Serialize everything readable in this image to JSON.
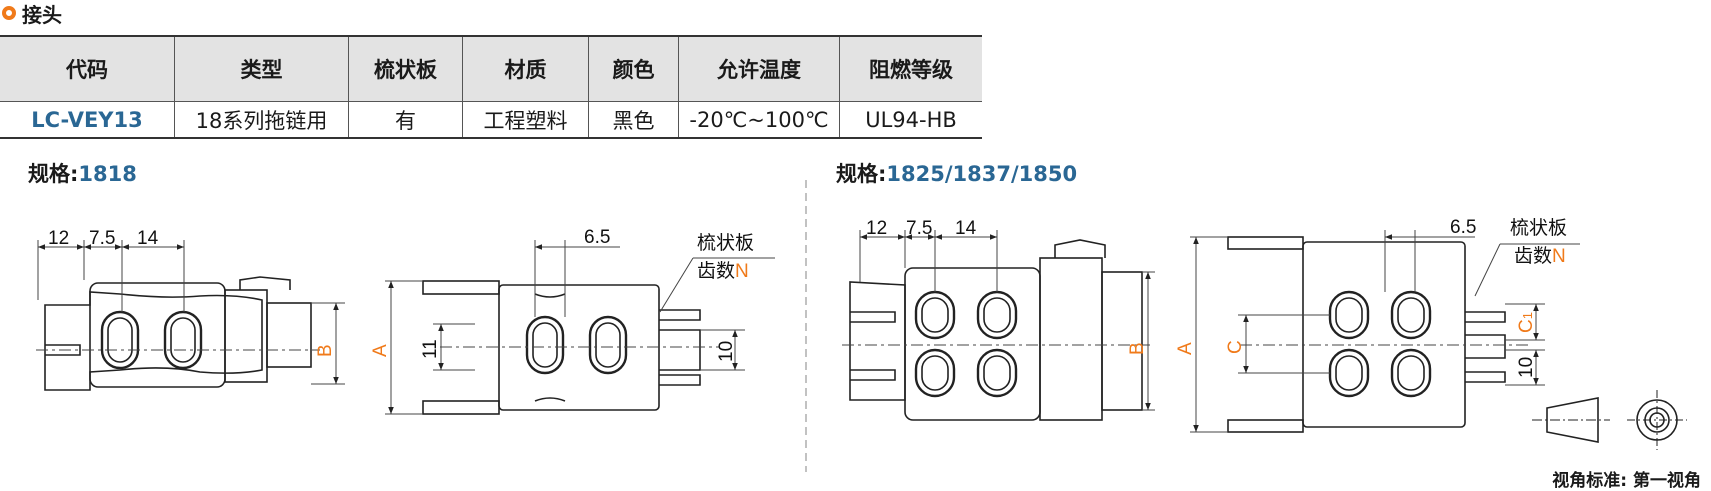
{
  "section": {
    "icon": "ring-icon",
    "title": "接头"
  },
  "table": {
    "headers": [
      "代码",
      "类型",
      "梳状板",
      "材质",
      "颜色",
      "允许温度",
      "阻燃等级"
    ],
    "row": [
      "LC-VEY13",
      "18系列拖链用",
      "有",
      "工程塑料",
      "黑色",
      "-20℃~100℃",
      "UL94-HB"
    ]
  },
  "spec_left": {
    "prefix": "规格:",
    "value": "1818"
  },
  "spec_right": {
    "prefix": "规格:",
    "value": "1825/1837/1850"
  },
  "dims": {
    "d12": "12",
    "d7_5": "7.5",
    "d14": "14",
    "d6_5": "6.5",
    "A": "A",
    "B": "B",
    "C": "C",
    "C1": "C",
    "C1_sub": "1",
    "d10": "10",
    "d11": "11"
  },
  "callout": {
    "line1": "梳状板",
    "line2": "齿数",
    "n": "N"
  },
  "footer_note": "视角标准: 第一视角",
  "colors": {
    "accent": "#f07a1a",
    "value_blue": "#2a6794"
  }
}
